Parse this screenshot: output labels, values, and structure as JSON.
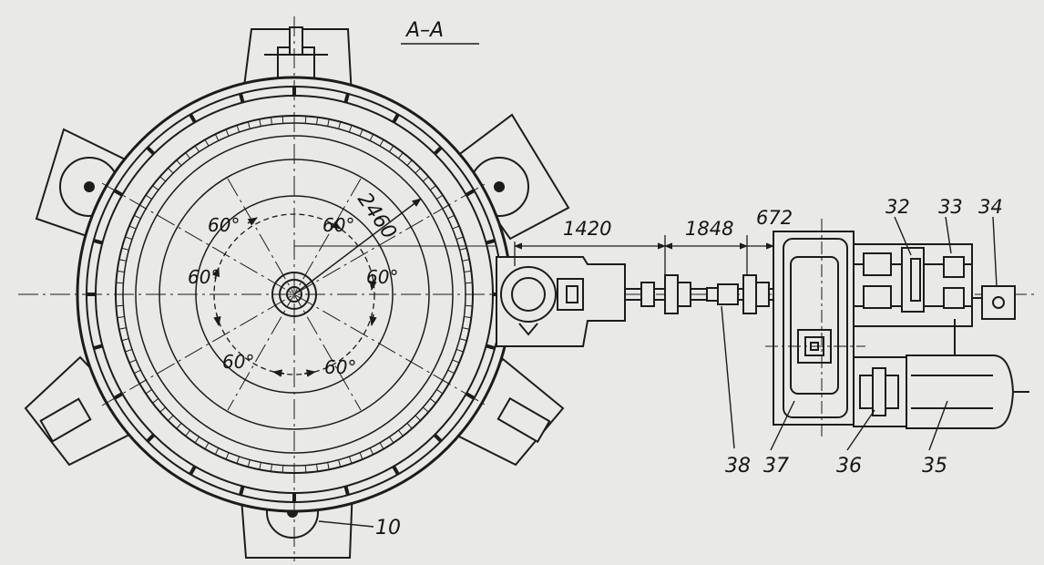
{
  "section_label": "A–A",
  "dimensions": {
    "diameter": "2460",
    "d1420": "1420",
    "d1848": "1848",
    "d672": "672"
  },
  "angles": [
    "60°",
    "60°",
    "60°",
    "60°",
    "60°",
    "60°"
  ],
  "callouts": {
    "c10": "10",
    "c32": "32",
    "c33": "33",
    "c34": "34",
    "c35": "35",
    "c36": "36",
    "c37": "37",
    "c38": "38"
  }
}
